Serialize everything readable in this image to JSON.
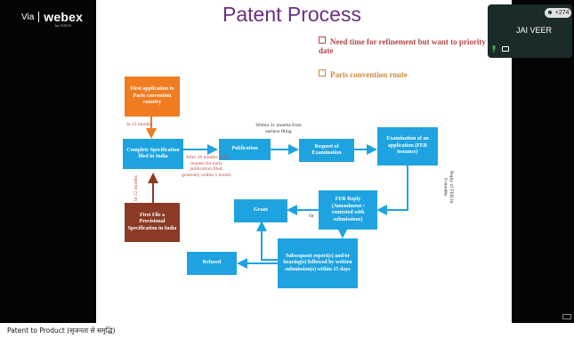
{
  "app": {
    "via": "Via",
    "brand": "webex",
    "brand_sub": "by CISCO"
  },
  "slide": {
    "title": "Patent Process",
    "bullets": [
      "Need time for refinement but want to priority date",
      "Paris convention route"
    ],
    "boxes": {
      "first_application": "First application to Paris convention country",
      "complete_specification": "Complete Specification filed in India",
      "publication": "Publication",
      "request_examination": "Request of Examination",
      "examination": "Examination of an application (FER issuance)",
      "fer_reply": "FER Reply (Amendment / contested with submissions)",
      "grant": "Grant",
      "subsequent_reports": "Subsequent report(s) and/or hearing(s) followed by written submission(s) within 15 days",
      "refused": "Refused",
      "provisional": "First File a Provisional Specification in India"
    },
    "notes": {
      "in_12_months": "In 12 months",
      "within_31_months": "Within 31 months from earliest filing",
      "after_18_months": "After 18 months or if request for early publication filed, generally within 1 month",
      "reply_fer": "Reply of FER In 6 months",
      "in_12_months_vertical": "In 12 months",
      "or": "Or"
    }
  },
  "participant": {
    "name": "JAI VEER",
    "count": "+274"
  },
  "footer": {
    "text": "Patent to Product (सृजनता से समृद्धि)"
  },
  "colors": {
    "box_blue": "#1fa3e0",
    "box_orange": "#f07c22",
    "box_brown": "#8b3a25",
    "title_purple": "#6b2f80"
  }
}
